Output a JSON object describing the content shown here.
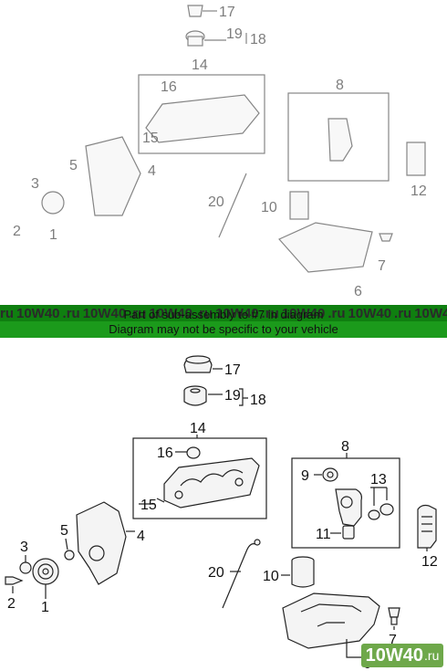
{
  "banner": {
    "watermark_repeat": [
      "ru",
      "10W40",
      ".ru",
      "10W40",
      ".ru",
      "10W40",
      ".ru",
      "10W40",
      ".ru",
      "10W40",
      ".ru",
      "10W40",
      ".ru",
      "10W40",
      ".ru",
      "10W40",
      ".ru",
      "10W40"
    ],
    "line1": "Part of sub-assembly to #7 in diagram",
    "line2": "Diagram may not be specific to your vehicle",
    "color": "#1b9a1b"
  },
  "callouts": [
    "1",
    "2",
    "3",
    "4",
    "5",
    "6",
    "7",
    "8",
    "9",
    "10",
    "11",
    "12",
    "13",
    "14",
    "15",
    "16",
    "17",
    "18",
    "19",
    "20"
  ],
  "brand": {
    "main": "10W40",
    "suffix": ".ru"
  }
}
